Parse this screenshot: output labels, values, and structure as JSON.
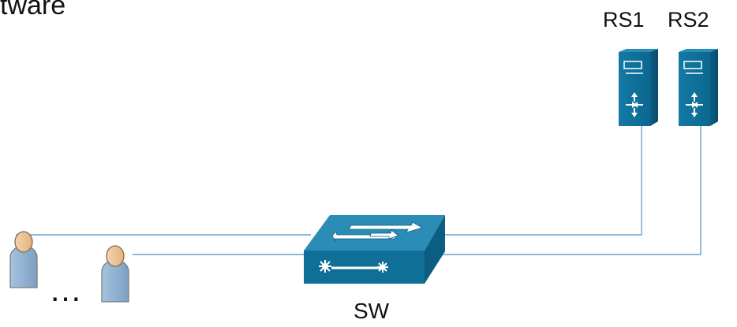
{
  "diagram": {
    "title_fragment": "tware",
    "servers": [
      {
        "label": "RS1"
      },
      {
        "label": "RS2"
      }
    ],
    "switch": {
      "label": "SW"
    },
    "ellipsis": "…",
    "colors": {
      "link": "#6aa4c9",
      "device": "#0f6f96",
      "device_top": "#2a8db6",
      "device_side": "#0a5a7d",
      "user_skin": "#efc89e",
      "user_body": "#98b8d5",
      "user_outline": "#7b7b7b"
    },
    "icons": [
      "server-icon",
      "switch-icon",
      "user-icon"
    ]
  }
}
